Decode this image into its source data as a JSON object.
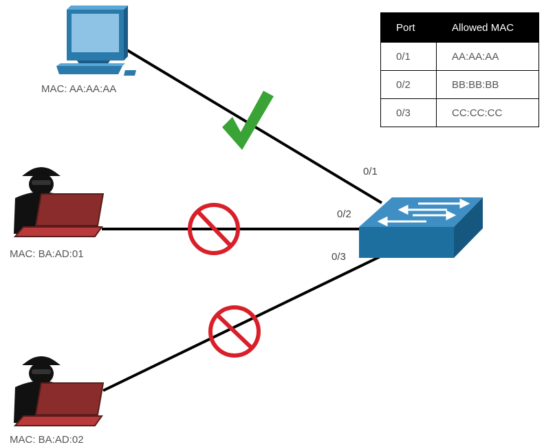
{
  "title": "Port Security - MAC address filtering",
  "table": {
    "headers": [
      "Port",
      "Allowed MAC"
    ],
    "rows": [
      {
        "port": "0/1",
        "mac": "AA:AA:AA"
      },
      {
        "port": "0/2",
        "mac": "BB:BB:BB"
      },
      {
        "port": "0/3",
        "mac": "CC:CC:CC"
      }
    ]
  },
  "devices": {
    "pc": {
      "label": "MAC: AA:AA:AA",
      "icon": "desktop-computer-icon"
    },
    "attacker1": {
      "label": "MAC: BA:AD:01",
      "icon": "hacker-laptop-icon"
    },
    "attacker2": {
      "label": "MAC: BA:AD:02",
      "icon": "hacker-laptop-icon"
    },
    "switch": {
      "icon": "network-switch-icon"
    }
  },
  "links": [
    {
      "from": "pc",
      "port": "0/1",
      "status": "allowed",
      "status_icon": "checkmark-icon"
    },
    {
      "from": "attacker1",
      "port": "0/2",
      "status": "blocked",
      "status_icon": "prohibited-icon"
    },
    {
      "from": "attacker2",
      "port": "0/3",
      "status": "blocked",
      "status_icon": "prohibited-icon"
    }
  ],
  "colors": {
    "allowed": "#3aa335",
    "blocked": "#d9202a",
    "switch": "#1d6fa0",
    "pc": "#2a7aab",
    "laptop": "#b83a3a"
  }
}
